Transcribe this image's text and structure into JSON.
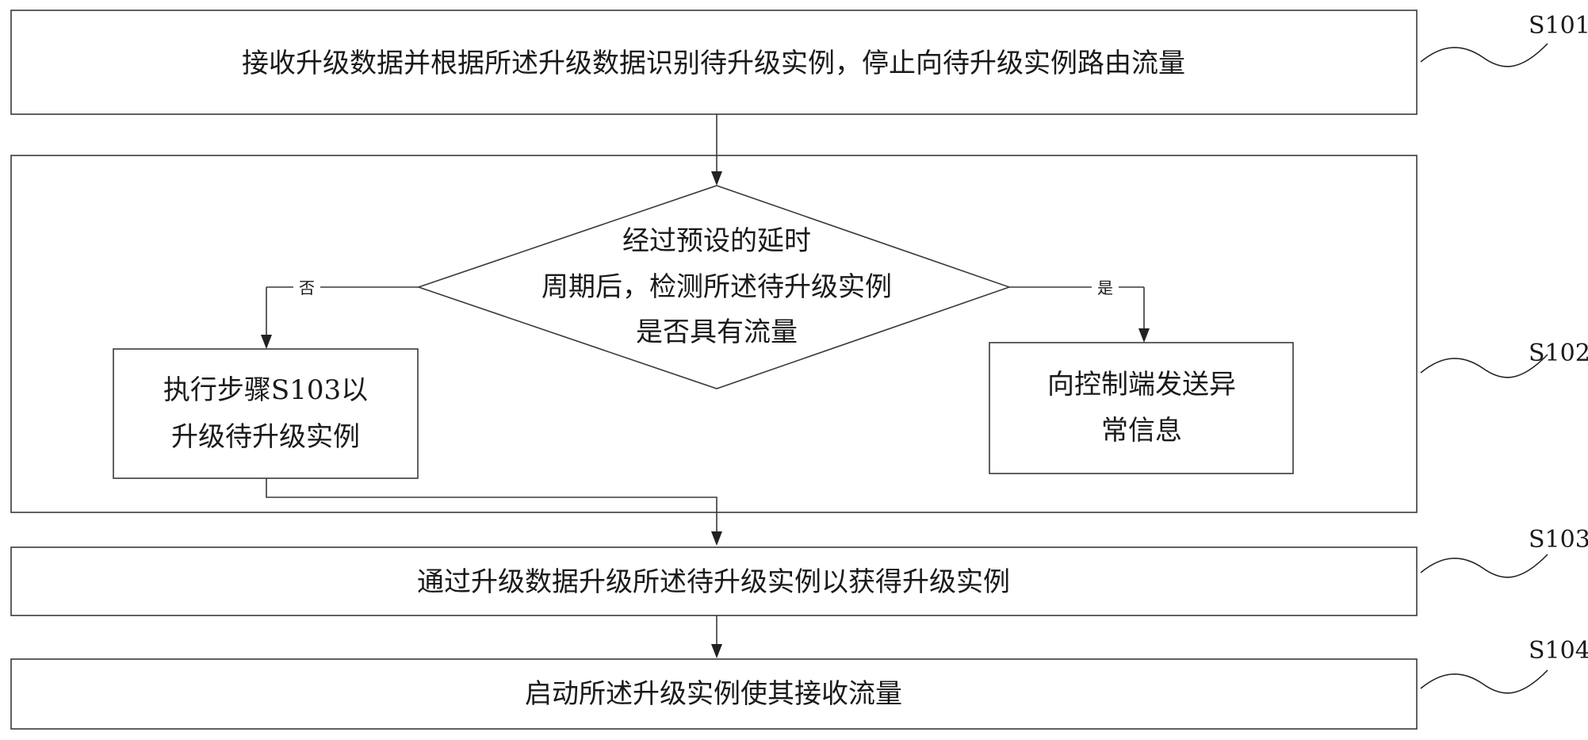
{
  "steps": {
    "s101": {
      "label": "S101",
      "text": "接收升级数据并根据所述升级数据识别待升级实例，停止向待升级实例路由流量"
    },
    "s102": {
      "label": "S102",
      "decision": [
        "经过预设的延时",
        "周期后，检测所述待升级实例",
        "是否具有流量"
      ],
      "no_label": "否",
      "yes_label": "是",
      "no_box": [
        "执行步骤S103以",
        "升级待升级实例"
      ],
      "yes_box": [
        "向控制端发送异",
        "常信息"
      ]
    },
    "s103": {
      "label": "S103",
      "text": "通过升级数据升级所述待升级实例以获得升级实例"
    },
    "s104": {
      "label": "S104",
      "text": "启动所述升级实例使其接收流量"
    }
  }
}
